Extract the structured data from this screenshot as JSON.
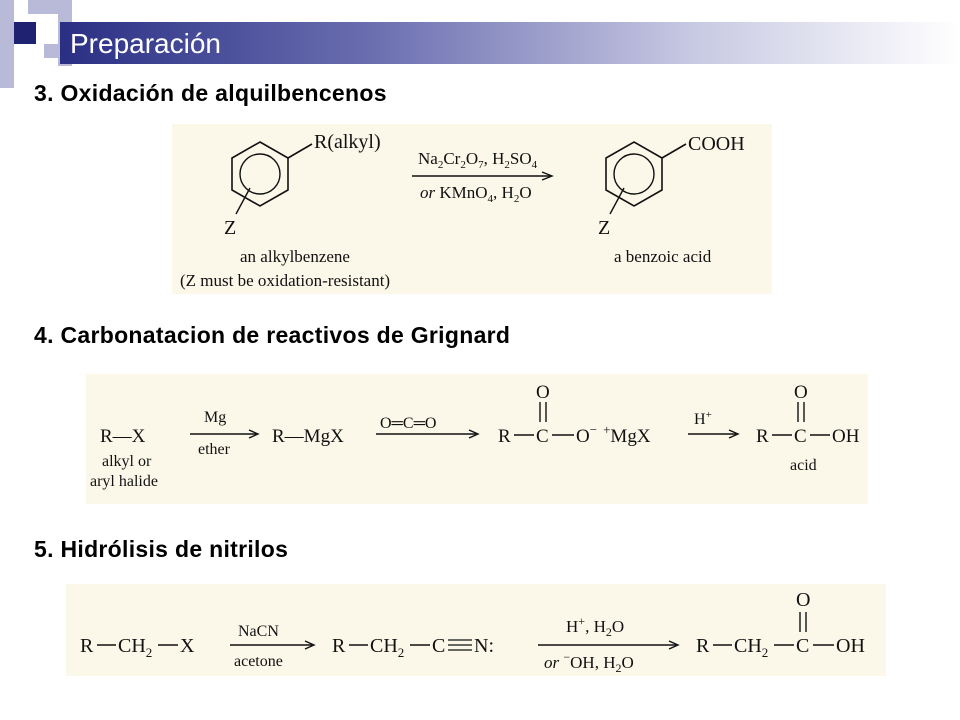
{
  "slide": {
    "title": "Preparación",
    "colors": {
      "title_bar_dark": "#2a2f84",
      "square_dark": "#1f2270",
      "square_light": "#b9bad8",
      "panel_bg": "#fbf8ea"
    }
  },
  "sections": [
    {
      "heading": "3. Oxidación de alquilbencenos",
      "scheme": {
        "reactant_substituent": "R(alkyl)",
        "reactant_ring_substituent": "Z",
        "reagents_above": [
          "Na",
          "2",
          "Cr",
          "2",
          "O",
          "7",
          ", H",
          "2",
          "SO",
          "4"
        ],
        "reagents_below": [
          "or",
          " KMnO",
          "4",
          ", H",
          "2",
          "O"
        ],
        "product_substituent": "COOH",
        "product_ring_substituent": "Z",
        "reactant_caption_1": "an alkylbenzene",
        "reactant_caption_2": "(Z must be oxidation-resistant)",
        "product_caption": "a benzoic acid"
      }
    },
    {
      "heading": "4. Carbonatacion de reactivos de Grignard",
      "scheme": {
        "reactant": "R—X",
        "reactant_caption_1": "alkyl or",
        "reactant_caption_2": "aryl halide",
        "step1_above": "Mg",
        "step1_below": "ether",
        "intermediate": "R—MgX",
        "step2_reagent": "O═C═O",
        "salt_R": "R",
        "salt_C": "C",
        "salt_O_top": "O",
        "salt_tail": "O",
        "salt_charge": "−",
        "salt_counter_charge": "+",
        "salt_counter": "MgX",
        "step3_reagent": "H",
        "step3_charge": "+",
        "acid_R": "R",
        "acid_C": "C",
        "acid_O_top": "O",
        "acid_OH": "OH",
        "product_caption": "acid"
      }
    },
    {
      "heading": "5. Hidrólisis de nitrilos",
      "scheme": {
        "reactant_R": "R",
        "reactant_CH": "CH",
        "reactant_sub": "2",
        "reactant_X": "X",
        "step1_above": "NaCN",
        "step1_below": "acetone",
        "nitrile_R": "R",
        "nitrile_CH": "CH",
        "nitrile_sub": "2",
        "nitrile_C": "C",
        "nitrile_N": "N:",
        "step2_above": [
          "H",
          "+",
          ", H",
          "2",
          "O"
        ],
        "step2_below": [
          "or",
          " ",
          "−",
          "OH, H",
          "2",
          "O"
        ],
        "acid_R": "R",
        "acid_CH": "CH",
        "acid_sub": "2",
        "acid_C": "C",
        "acid_O_top": "O",
        "acid_OH": "OH"
      }
    }
  ]
}
